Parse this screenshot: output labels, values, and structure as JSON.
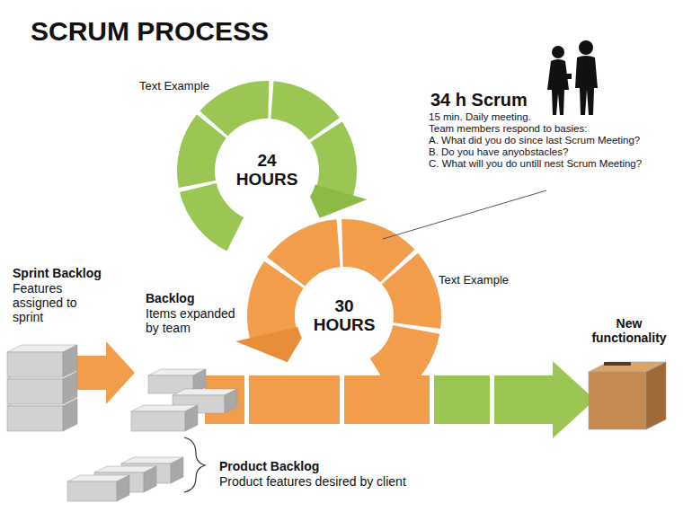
{
  "diagram": {
    "title": "SCRUM PROCESS",
    "nodes": [
      {
        "text": [
          "24 HOURS"
        ]
      },
      {
        "text": [
          "30 HOURS"
        ]
      }
    ],
    "labels": [
      "Text Example",
      "34 h Scrum",
      "15 min. Daily meeting.",
      "Team members respond to basies:",
      "A. What did you do since last Scrum Meeting?",
      "B. Do you have anyobstacles?",
      "C. What will you do untill nest Scrum Meeting?",
      "Text Example",
      "Sprint Backlog",
      "Features assigned to sprint",
      "Backlog",
      "Items expanded by team",
      "Product Backlog",
      "Product features desired by client",
      "New functionality"
    ]
  }
}
